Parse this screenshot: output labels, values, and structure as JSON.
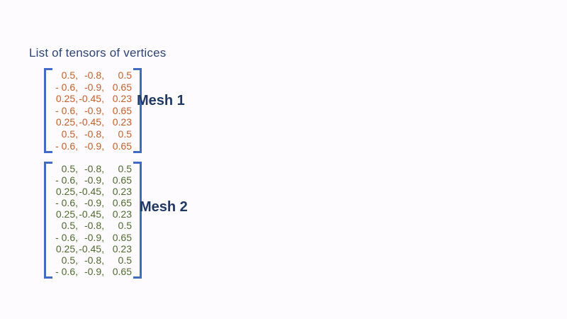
{
  "slide": {
    "title": "List of tensors of vertices",
    "colors": {
      "background": "#FDFBFE",
      "title_text": "#2D4472",
      "label_text": "#1F3864",
      "bracket": "#3F6BC5",
      "mesh1_values": "#C2602C",
      "mesh2_values": "#4D6A2F"
    },
    "meshes": [
      {
        "label": "Mesh 1",
        "rows": [
          [
            "0.5,",
            "-0.8,",
            "0.5"
          ],
          [
            "- 0.6,",
            "-0.9,",
            "0.65"
          ],
          [
            "0.25,",
            "-0.45,",
            "0.23"
          ],
          [
            "- 0.6,",
            "-0.9,",
            "0.65"
          ],
          [
            "0.25,",
            "-0.45,",
            "0.23"
          ],
          [
            "0.5,",
            "-0.8,",
            "0.5"
          ],
          [
            "- 0.6,",
            "-0.9,",
            "0.65"
          ]
        ]
      },
      {
        "label": "Mesh 2",
        "rows": [
          [
            "0.5,",
            "-0.8,",
            "0.5"
          ],
          [
            "- 0.6,",
            "-0.9,",
            "0.65"
          ],
          [
            "0.25,",
            "-0.45,",
            "0.23"
          ],
          [
            "- 0.6,",
            "-0.9,",
            "0.65"
          ],
          [
            "0.25,",
            "-0.45,",
            "0.23"
          ],
          [
            "0.5,",
            "-0.8,",
            "0.5"
          ],
          [
            "- 0.6,",
            "-0.9,",
            "0.65"
          ],
          [
            "0.25,",
            "-0.45,",
            "0.23"
          ],
          [
            "0.5,",
            "-0.8,",
            "0.5"
          ],
          [
            "- 0.6,",
            "-0.9,",
            "0.65"
          ]
        ]
      }
    ]
  }
}
